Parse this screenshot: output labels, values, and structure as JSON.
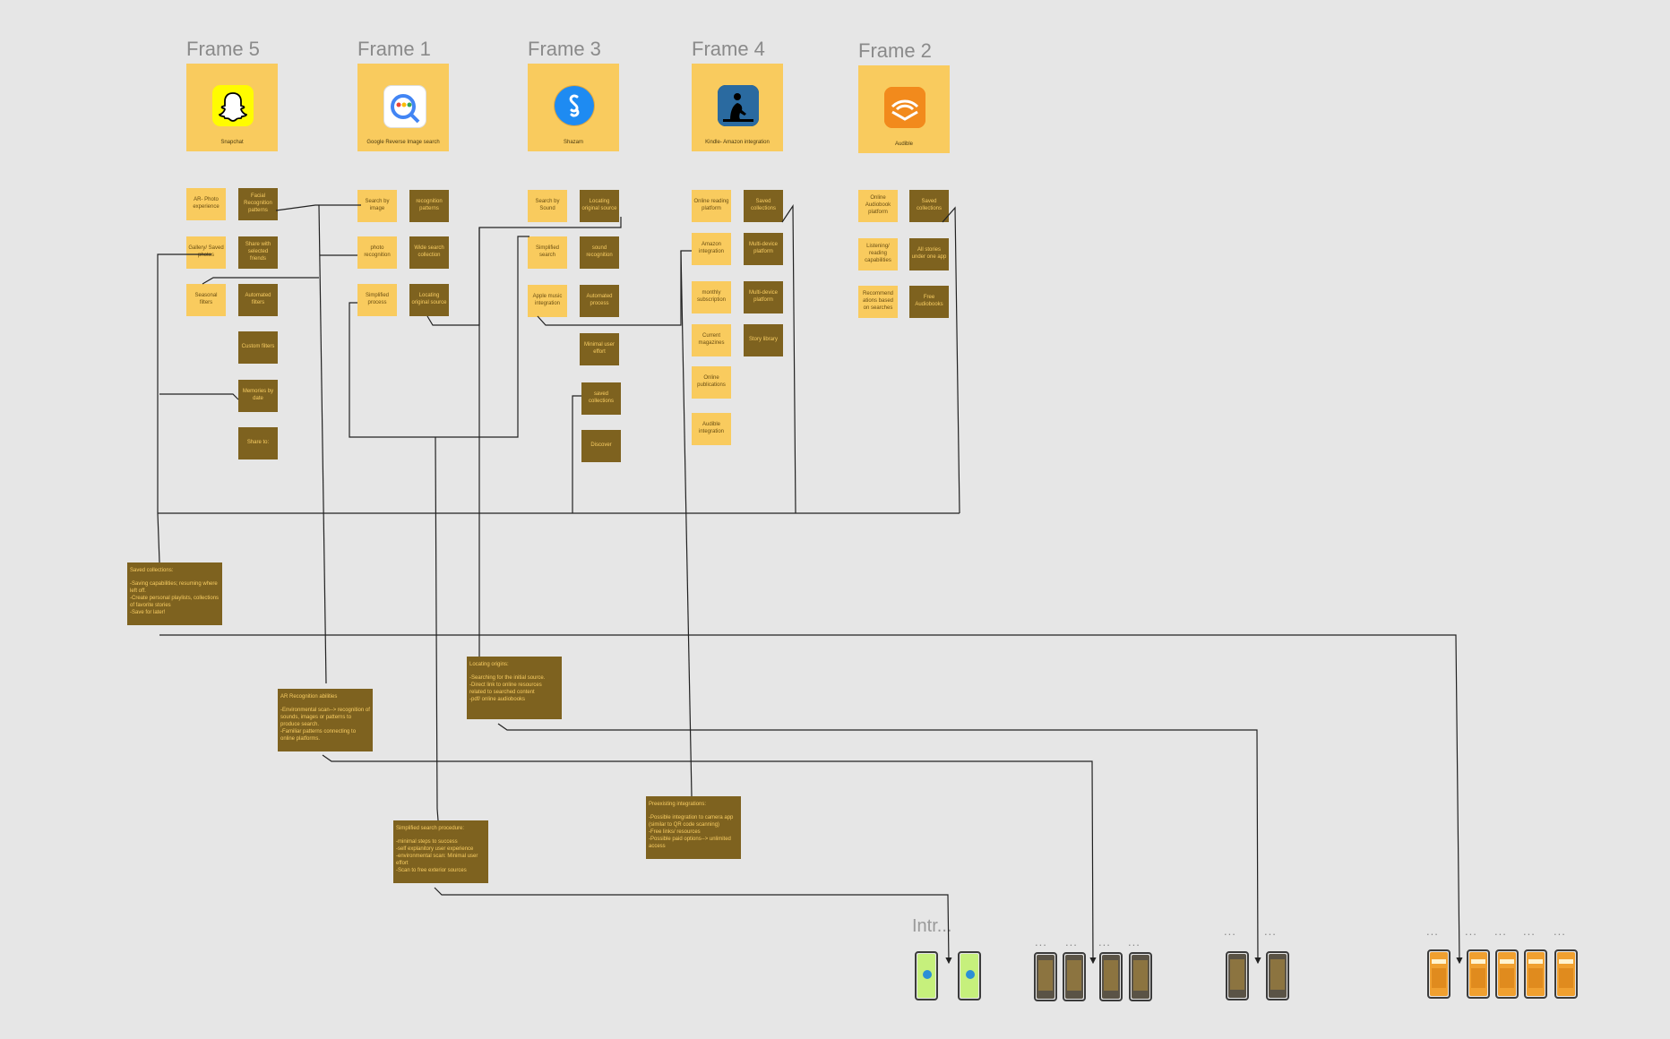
{
  "frames": [
    {
      "title": "Frame 5",
      "app": "Snapchat",
      "icon": "snapchat-icon",
      "color": "#fffc00",
      "features": [
        "AR- Photo experience",
        "Gallery/ Saved photos",
        "Seasonal filters"
      ],
      "details": [
        "Facial Recognition patterns",
        "Share with selected friends",
        "Automated filters",
        "Custom filters",
        "Memories by date",
        "Share to:"
      ]
    },
    {
      "title": "Frame 1",
      "app": "Google Reverse Image search",
      "icon": "google-lens-icon",
      "color": "#ffffff",
      "features": [
        "Search by image",
        "photo recognition",
        "Simplified process"
      ],
      "details": [
        "recognition patterns",
        "Wide search collection",
        "Locating original source"
      ]
    },
    {
      "title": "Frame 3",
      "app": "Shazam",
      "icon": "shazam-icon",
      "color": "#1e8bf2",
      "features": [
        "Search by Sound",
        "Simplified search",
        "Apple music integration"
      ],
      "details": [
        "Locating original source",
        "sound recognition",
        "Automated process",
        "Minimal user effort",
        "saved collections",
        "Discover"
      ]
    },
    {
      "title": "Frame 4",
      "app": "Kindle- Amazon integration",
      "icon": "kindle-icon",
      "color": "#0b2a45",
      "features": [
        "Online reading platform",
        "Amazon integration",
        "monthly subscription",
        "Current magazines",
        "Online publications",
        "Audible integration"
      ],
      "details": [
        "Saved collections",
        "Multi-device platform",
        "Multi-device platform",
        "Story library"
      ]
    },
    {
      "title": "Frame 2",
      "app": "Audible",
      "icon": "audible-icon",
      "color": "#f28a1c",
      "features": [
        "Online Audiobook platform",
        "Listening/ reading capabilities",
        "Recommend ations based on searches"
      ],
      "details": [
        "Saved collections",
        "All stories under one app",
        "Free Audiobooks"
      ]
    }
  ],
  "summaries": [
    {
      "title": "Saved collections:",
      "lines": [
        "-Saving capabilities; resuming where left off.",
        "-Create personal playlists, collections of favorite stories",
        "-Save for later!"
      ]
    },
    {
      "title": "AR Recognition abilities",
      "lines": [
        "-Environmental scan--> recognition of sounds, images or patterns to produce search.",
        "-Familiar patterns connecting to online platforms."
      ]
    },
    {
      "title": "Locating origins:",
      "lines": [
        "-Searching for the initial source.",
        "-Direct link to online resources related to searched content",
        "-pdf/ online audiobooks"
      ]
    },
    {
      "title": "Simplified search procedure:",
      "lines": [
        "-minimal steps to success",
        "-self explanitory user experience",
        "-environmental scan: Minimal user effort",
        "-Scan to free exterior sources"
      ]
    },
    {
      "title": "Preexisting integrations:",
      "lines": [
        "-Possible integration to camera app (similar to QR code scanning)",
        "-Free links/ resources",
        "-Possible paid options--> unlimited access"
      ]
    }
  ],
  "prototype": {
    "group_label": "Intr...",
    "more_label": "...",
    "screens": [
      "green",
      "green",
      "dark",
      "dark",
      "dark",
      "dark",
      "dark",
      "dark",
      "orange",
      "orange",
      "orange",
      "orange",
      "orange"
    ]
  },
  "colors": {
    "canvas": "#e6e6e6",
    "note_light": "#f9cb5e",
    "note_dark": "#7e621f",
    "wire": "#222222"
  }
}
